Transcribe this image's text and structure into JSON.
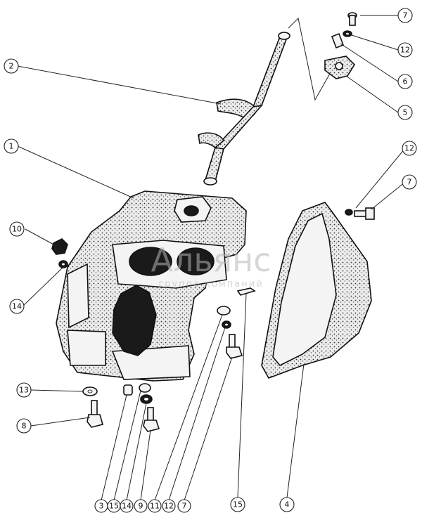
{
  "watermark": {
    "brand": "Альянс",
    "subtitle": "группа компаний"
  },
  "callouts": [
    {
      "id": "c-7-top",
      "label": "7"
    },
    {
      "id": "c-12-top",
      "label": "12"
    },
    {
      "id": "c-6",
      "label": "6"
    },
    {
      "id": "c-5",
      "label": "5"
    },
    {
      "id": "c-2",
      "label": "2"
    },
    {
      "id": "c-1",
      "label": "1"
    },
    {
      "id": "c-12-right",
      "label": "12"
    },
    {
      "id": "c-7-right",
      "label": "7"
    },
    {
      "id": "c-10",
      "label": "10"
    },
    {
      "id": "c-14-left",
      "label": "14"
    },
    {
      "id": "c-13",
      "label": "13"
    },
    {
      "id": "c-8",
      "label": "8"
    },
    {
      "id": "c-3",
      "label": "3"
    },
    {
      "id": "c-15-bottom",
      "label": "15"
    },
    {
      "id": "c-14-bottom",
      "label": "14"
    },
    {
      "id": "c-9",
      "label": "9"
    },
    {
      "id": "c-11",
      "label": "11"
    },
    {
      "id": "c-12-bottom",
      "label": "12"
    },
    {
      "id": "c-7-bottom",
      "label": "7"
    },
    {
      "id": "c-15-right",
      "label": "15"
    },
    {
      "id": "c-4",
      "label": "4"
    }
  ]
}
